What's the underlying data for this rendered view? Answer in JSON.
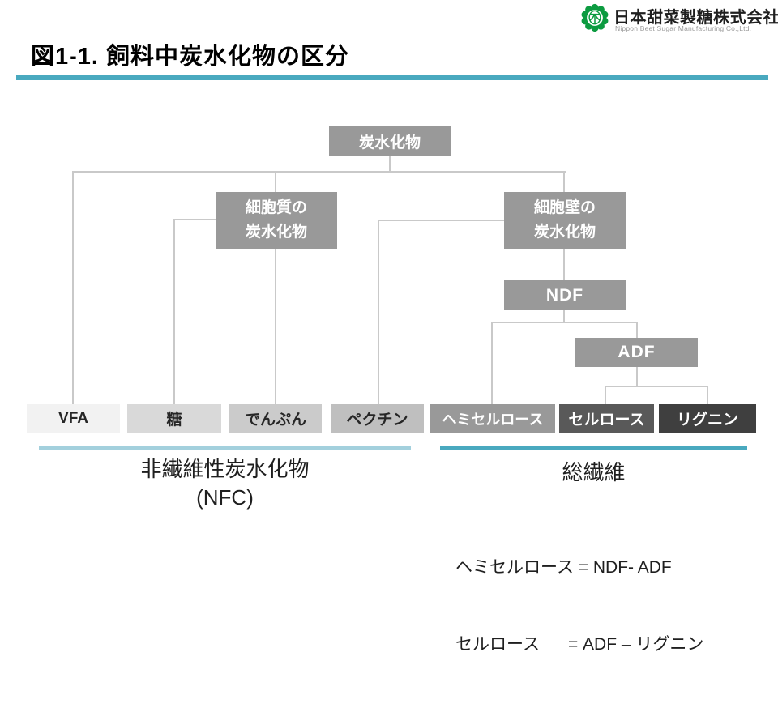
{
  "logo": {
    "company_jp": "日本甜菜製糖株式会社",
    "company_en": "Nippon Beet Sugar Manufacturing Co.,Ltd.",
    "emblem_color": "#0c9b40"
  },
  "title": "図1-1. 飼料中炭水化物の区分",
  "tree": {
    "root": {
      "label": "炭水化物"
    },
    "cytoplasm": {
      "line1": "細胞質の",
      "line2": "炭水化物"
    },
    "cell_wall": {
      "line1": "細胞壁の",
      "line2": "炭水化物"
    },
    "ndf": {
      "label": "NDF"
    },
    "adf": {
      "label": "ADF"
    },
    "leaves": [
      {
        "id": "vfa",
        "label": "VFA",
        "bg": "#f2f2f2",
        "fg": "#262626"
      },
      {
        "id": "sugar",
        "label": "糖",
        "bg": "#d9d9d9",
        "fg": "#262626"
      },
      {
        "id": "starch",
        "label": "でんぷん",
        "bg": "#cbcbcb",
        "fg": "#262626"
      },
      {
        "id": "pectin",
        "label": "ペクチン",
        "bg": "#bfbfbf",
        "fg": "#262626"
      },
      {
        "id": "hemicellulose",
        "label": "ヘミセルロース",
        "bg": "#999999",
        "fg": "#ffffff"
      },
      {
        "id": "cellulose",
        "label": "セルロース",
        "bg": "#595959",
        "fg": "#ffffff"
      },
      {
        "id": "lignin",
        "label": "リグニン",
        "bg": "#3f3f3f",
        "fg": "#ffffff"
      }
    ]
  },
  "groups": {
    "nfc": {
      "line1": "非繊維性炭水化物",
      "line2": "(NFC)",
      "underline": "#a3d0dd"
    },
    "fiber": {
      "label": "総繊維",
      "underline": "#49a9bf"
    }
  },
  "equations": [
    "ヘミセルロース = NDF- ADF",
    "セルロース      = ADF – リグニン"
  ],
  "colors": {
    "title_rule": "#49a9bf",
    "node_bg": "#999999",
    "node_fg": "#ffffff",
    "connector": "#c9c9c9"
  }
}
